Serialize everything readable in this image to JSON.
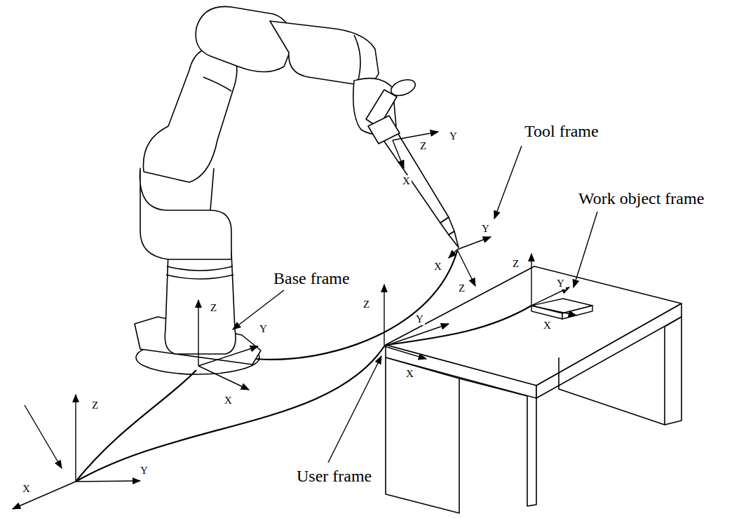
{
  "diagram": {
    "labels": [
      "Tool frame",
      "Z",
      "Y",
      "X",
      "Work object frame",
      "Y",
      "X",
      "Z",
      "Z",
      "Y",
      "X",
      "Base frame",
      "Z",
      "Y",
      "Z",
      "Y",
      "X",
      "X",
      "Z",
      "Y",
      "X",
      "User frame"
    ]
  }
}
